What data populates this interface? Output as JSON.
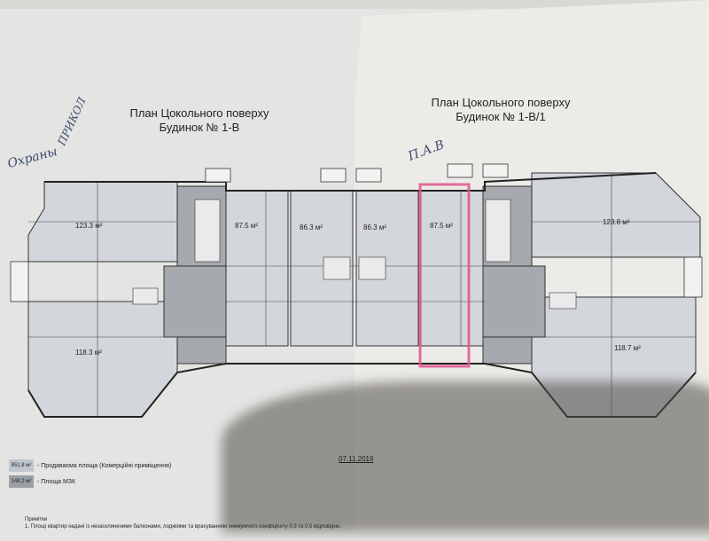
{
  "titles": {
    "left_line1": "План Цокольного поверху",
    "left_line2": "Будинок № 1-В",
    "right_line1": "План Цокольного поверху",
    "right_line2": "Будинок № 1-В/1"
  },
  "handwriting": {
    "word1": "Охраны",
    "word2": "ПРИКОЛ",
    "word3": "П.А.В"
  },
  "areas": {
    "a1": "123.3 м²",
    "a2": "118.3 м²",
    "a3": "87.5 м²",
    "a4": "86.3 м²",
    "a5": "86.3 м²",
    "a6": "87.5 м²",
    "a7": "123.8 м²",
    "a8": "118.7 м²"
  },
  "date": "07.11.2016",
  "legend": {
    "sale_value": "851,8 м²",
    "sale_text": " - Продаваєма площа (Комерційні приміщення)",
    "mzk_value": "148,2 м²",
    "mzk_text": " - Площа МЗК",
    "sale_color": "#bfc6cf",
    "mzk_color": "#9a9fa5"
  },
  "notes": {
    "heading": "Примітки",
    "line1": "1. Площі квартир надані із незасклиненими балконами, лоджіями та врахуванням знижуючого коефіцієнту 0,3 та 0,5 відповідно."
  }
}
